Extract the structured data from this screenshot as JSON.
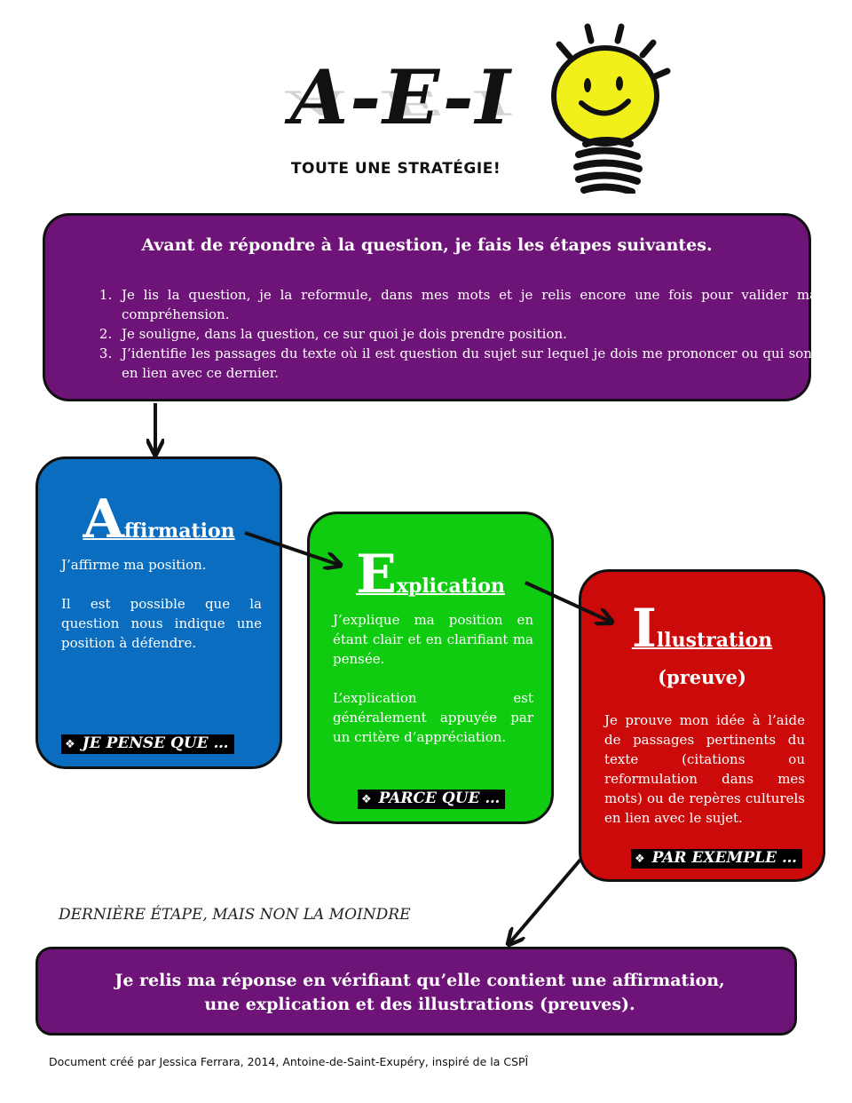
{
  "header": {
    "title": "A-E-I",
    "subtitle": "TOUTE UNE STRATÉGIE!"
  },
  "intro": {
    "heading": "Avant de répondre à la question, je fais les étapes suivantes.",
    "steps": [
      "Je lis la question, je la reformule, dans mes mots et je relis encore une fois pour valider ma compréhension.",
      "Je souligne, dans la question, ce sur quoi je dois prendre position.",
      "J’identifie les passages du texte où il est question du sujet sur lequel je dois me prononcer ou qui sont en lien avec ce dernier."
    ]
  },
  "cards": {
    "affirmation": {
      "initial": "A",
      "rest": "ffirmation",
      "paragraphs": [
        "J’affirme ma position.",
        "Il est possible que la question nous indique une position à défendre."
      ],
      "tag": "JE PENSE QUE …",
      "color": "#0b6dbf"
    },
    "explication": {
      "initial": "E",
      "rest": "xplication",
      "paragraphs": [
        "J’explique ma position en étant clair et en clarifiant ma pensée.",
        "L’explication est généralement appuyée par un critère d’appréciation."
      ],
      "tag": "PARCE QUE …",
      "color": "#10cc10"
    },
    "illustration": {
      "initial": "I",
      "rest": "llustration",
      "subheading": "(preuve)",
      "paragraphs": [
        "Je prouve mon idée à l’aide de passages pertinents du texte (citations ou reformulation dans mes mots) ou de repères culturels en lien avec le sujet."
      ],
      "tag": "PAR EXEMPLE …",
      "color": "#cc0a0a"
    }
  },
  "final": {
    "label": "DERNIÈRE ÉTAPE, MAIS NON LA MOINDRE",
    "text": "Je relis ma réponse en vérifiant qu’elle contient une affirmation, une explication et des illustrations (preuves)."
  },
  "footer": {
    "credit": "Document créé par Jessica Ferrara, 2014, Antoine-de-Saint-Exupéry, inspiré de la CSPÎ"
  },
  "icons": {
    "bulb": "lightbulb-icon",
    "bullet": "diamond-bullet-icon"
  },
  "colors": {
    "purple": "#6e1478",
    "bulb_yellow": "#f2f01a"
  }
}
